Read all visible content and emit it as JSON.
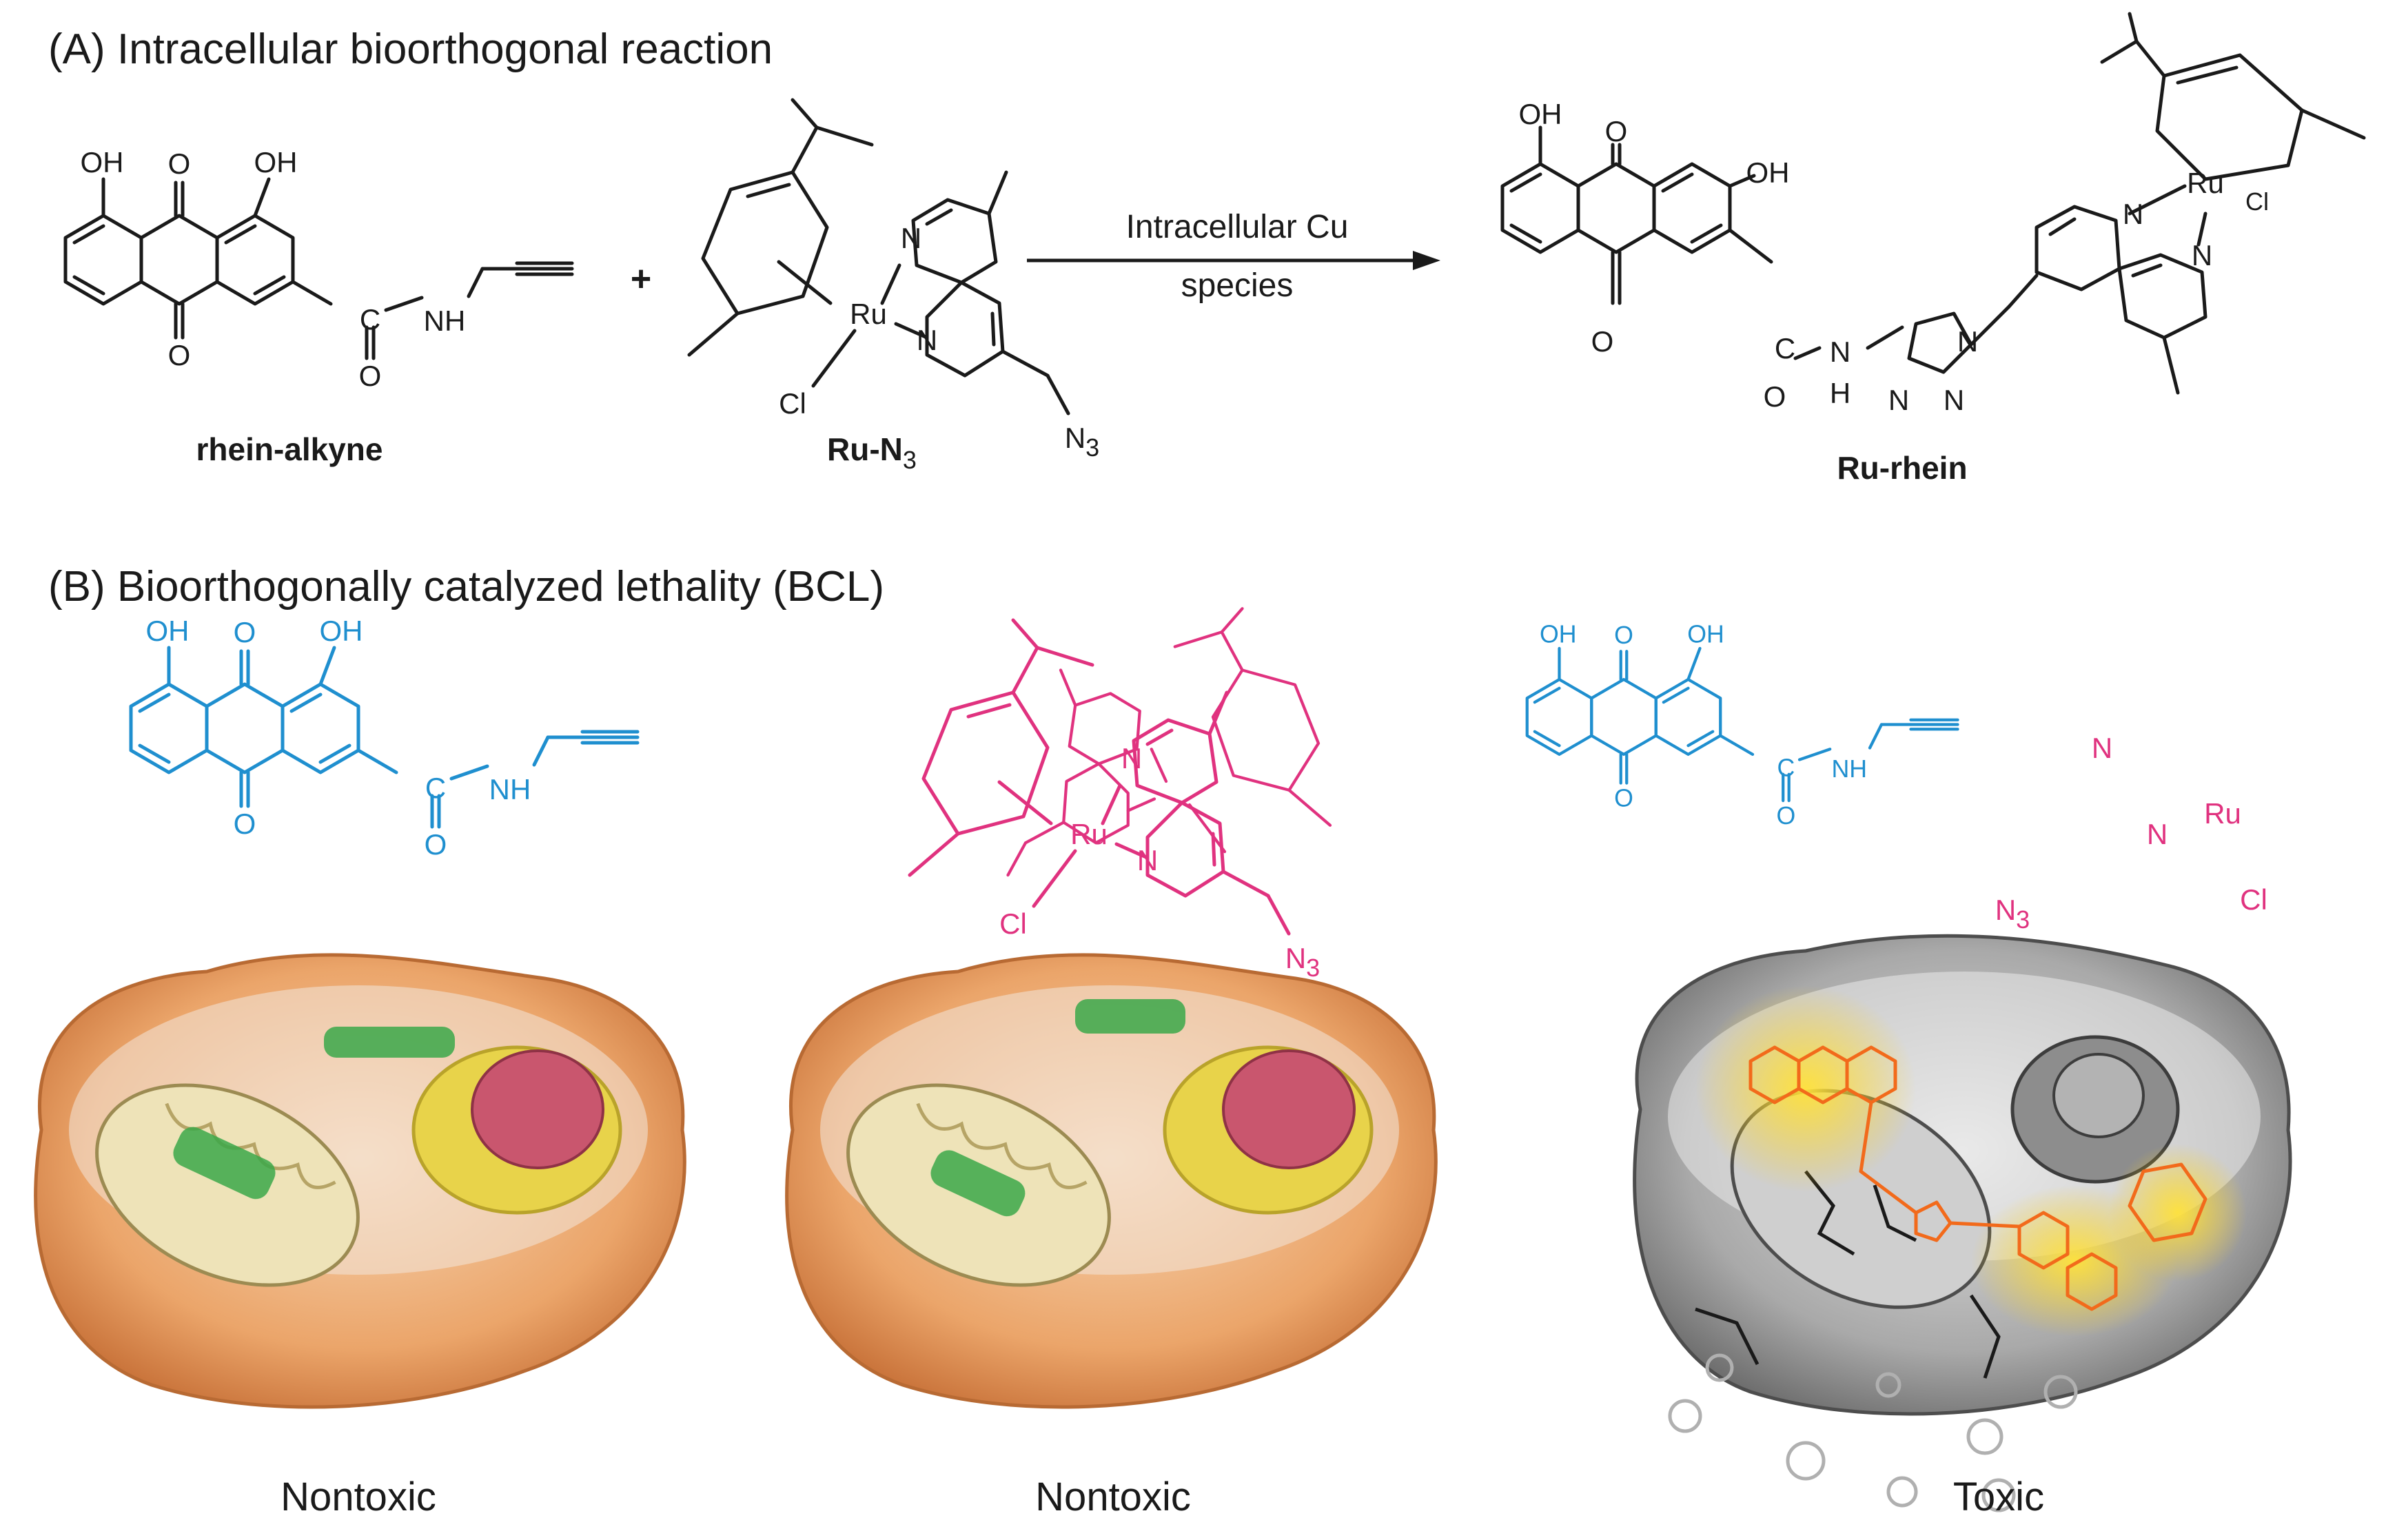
{
  "section_a": {
    "title": "(A) Intracellular bioorthogonal reaction",
    "reagent_1": {
      "name": "rhein-alkyne"
    },
    "plus": "+",
    "reagent_2": {
      "name_main": "Ru-N",
      "name_sub": "3"
    },
    "arrow": {
      "line_1": "Intracellular Cu",
      "line_2": "species"
    },
    "product": {
      "name": "Ru-rhein"
    }
  },
  "section_b": {
    "title": "(B) Bioorthogonally catalyzed lethality (BCL)",
    "panels": [
      {
        "label": "Nontoxic"
      },
      {
        "label": "Nontoxic"
      },
      {
        "label": "Toxic"
      }
    ]
  },
  "atoms": {
    "OH": "OH",
    "O": "O",
    "NH": "NH",
    "N": "N",
    "H": "H",
    "C": "C",
    "Ru": "Ru",
    "Cl": "Cl",
    "N3_main": "N",
    "N3_sub": "3"
  },
  "colors": {
    "black": "#1a1a1a",
    "rhein_blue": "#1f8fcf",
    "ruthenium_pink": "#e0327f",
    "product_orange": "#f26a1b",
    "glow_yellow": "#ffd21a",
    "cell_orange": "#e59a5a",
    "cell_grey": "#9a9a9a",
    "mito_green": "#3aa84a",
    "nucleus_red": "#c9566e",
    "golgi_yellow": "#e8d34a"
  }
}
